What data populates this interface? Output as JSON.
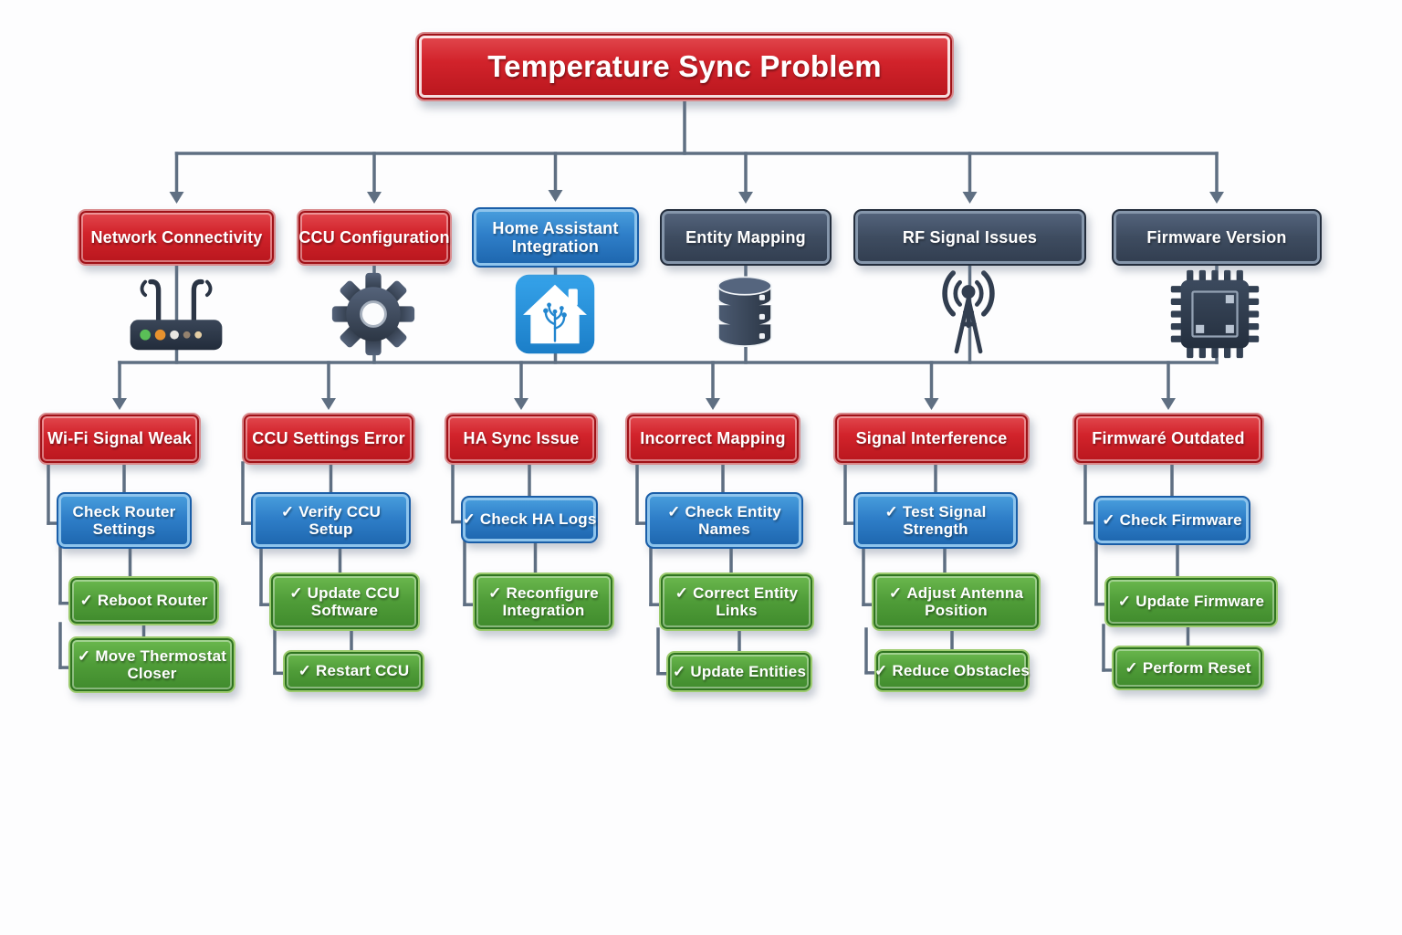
{
  "title": "Temperature Sync Problem",
  "ui": {
    "check_glyph": "✓"
  },
  "colors": {
    "problem_red": "#d2232b",
    "check_blue": "#2f7fc9",
    "category_dark": "#3e4c60",
    "solution_green": "#4f9c38",
    "connector": "#5f6f82",
    "background": "#fdfdfe"
  },
  "columns": [
    {
      "category": "Network Connectivity",
      "category_color": "red",
      "icon": "router-icon",
      "issue": "Wi-Fi Signal Weak",
      "action": {
        "label": "Check Router Settings",
        "check": false
      },
      "steps": [
        {
          "label": "Reboot Router",
          "check": true
        },
        {
          "label": "Move Thermostat Closer",
          "check": true
        }
      ]
    },
    {
      "category": "CCU Configuration",
      "category_color": "red",
      "icon": "gear-icon",
      "issue": "CCU Settings Error",
      "action": {
        "label": "Verify CCU Setup",
        "check": true
      },
      "steps": [
        {
          "label": "Update CCU Software",
          "check": true
        },
        {
          "label": "Restart CCU",
          "check": true
        }
      ]
    },
    {
      "category": "Home Assistant Integration",
      "category_color": "blue",
      "icon": "home-assistant-icon",
      "issue": "HA Sync Issue",
      "action": {
        "label": "Check HA Logs",
        "check": true
      },
      "steps": [
        {
          "label": "Reconfigure Integration",
          "check": true
        }
      ]
    },
    {
      "category": "Entity Mapping",
      "category_color": "dark",
      "icon": "database-icon",
      "issue": "Incorrect Mapping",
      "action": {
        "label": "Check Entity Names",
        "check": true
      },
      "steps": [
        {
          "label": "Correct Entity Links",
          "check": true
        },
        {
          "label": "Update Entities",
          "check": true
        }
      ]
    },
    {
      "category": "RF Signal Issues",
      "category_color": "dark",
      "icon": "antenna-icon",
      "issue": "Signal Interference",
      "action": {
        "label": "Test Signal Strength",
        "check": true
      },
      "steps": [
        {
          "label": "Adjust Antenna Position",
          "check": true
        },
        {
          "label": "Reduce Obstacles",
          "check": true
        }
      ]
    },
    {
      "category": "Firmware Version",
      "category_color": "dark",
      "icon": "chip-icon",
      "issue": "Firmwaré Outdated",
      "action": {
        "label": "Check Firmware",
        "check": true
      },
      "steps": [
        {
          "label": "Update Firmware",
          "check": true
        },
        {
          "label": "Perform Reset",
          "check": true
        }
      ]
    }
  ]
}
